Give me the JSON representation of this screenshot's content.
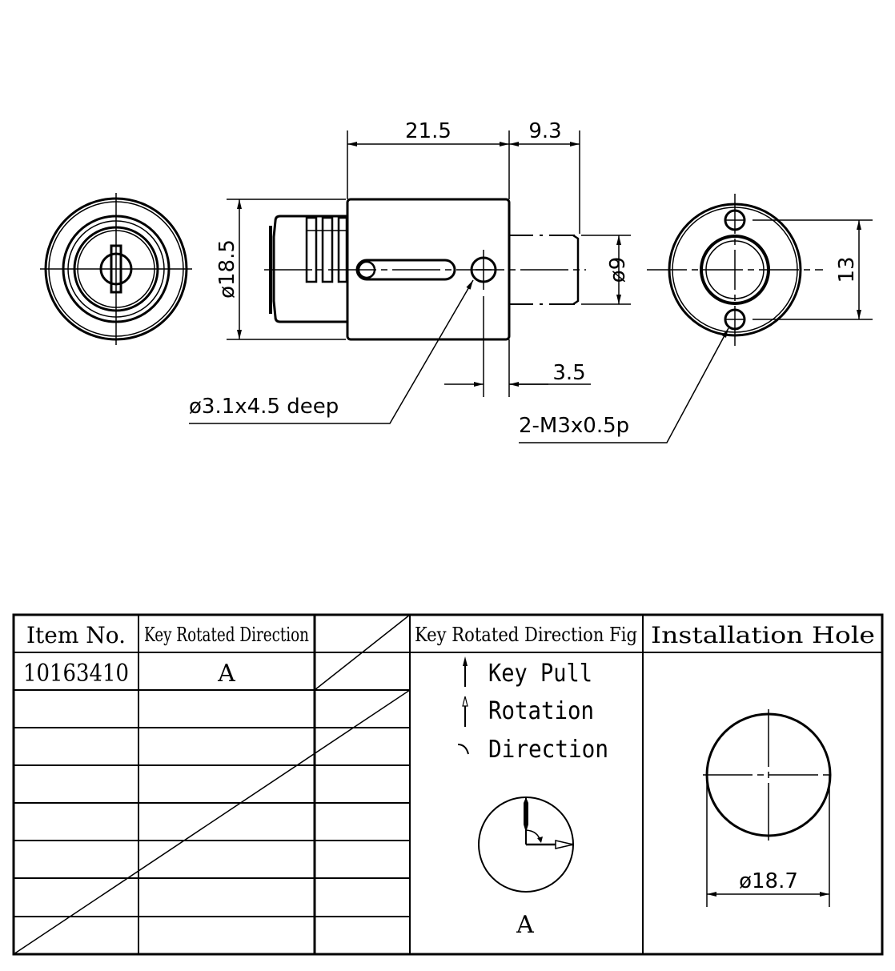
{
  "drawing": {
    "dimensions": {
      "body_length": "21.5",
      "shaft_length": "9.3",
      "body_diameter": "ø18.5",
      "shaft_diameter": "ø9",
      "hole_spacing": "13",
      "pin_offset": "3.5",
      "pin_hole_note": "ø3.1x4.5 deep",
      "thread_note": "2-M3x0.5p"
    }
  },
  "table": {
    "headers": {
      "item_no": "Item No.",
      "key_rotated_direction": "Key Rotated Direction",
      "blank": "",
      "direction_fig": "Key Rotated Direction Fig",
      "installation_hole": "Installation Hole"
    },
    "rows": [
      {
        "item_no": "10163410",
        "direction": "A"
      }
    ],
    "legend": {
      "key_pull": "Key Pull",
      "rotation": "Rotation",
      "direction": "Direction"
    },
    "fig_label": "A",
    "installation_hole_diameter": "ø18.7"
  }
}
